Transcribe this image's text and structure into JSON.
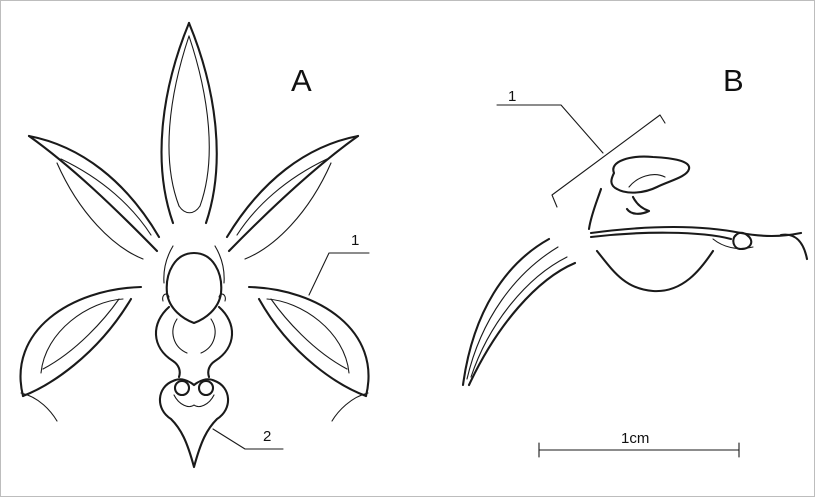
{
  "panel_a": {
    "label": "A",
    "callout_1": "1",
    "callout_2": "2"
  },
  "panel_b": {
    "label": "B",
    "callout_1": "1"
  },
  "scale_bar": {
    "label": "1cm"
  }
}
